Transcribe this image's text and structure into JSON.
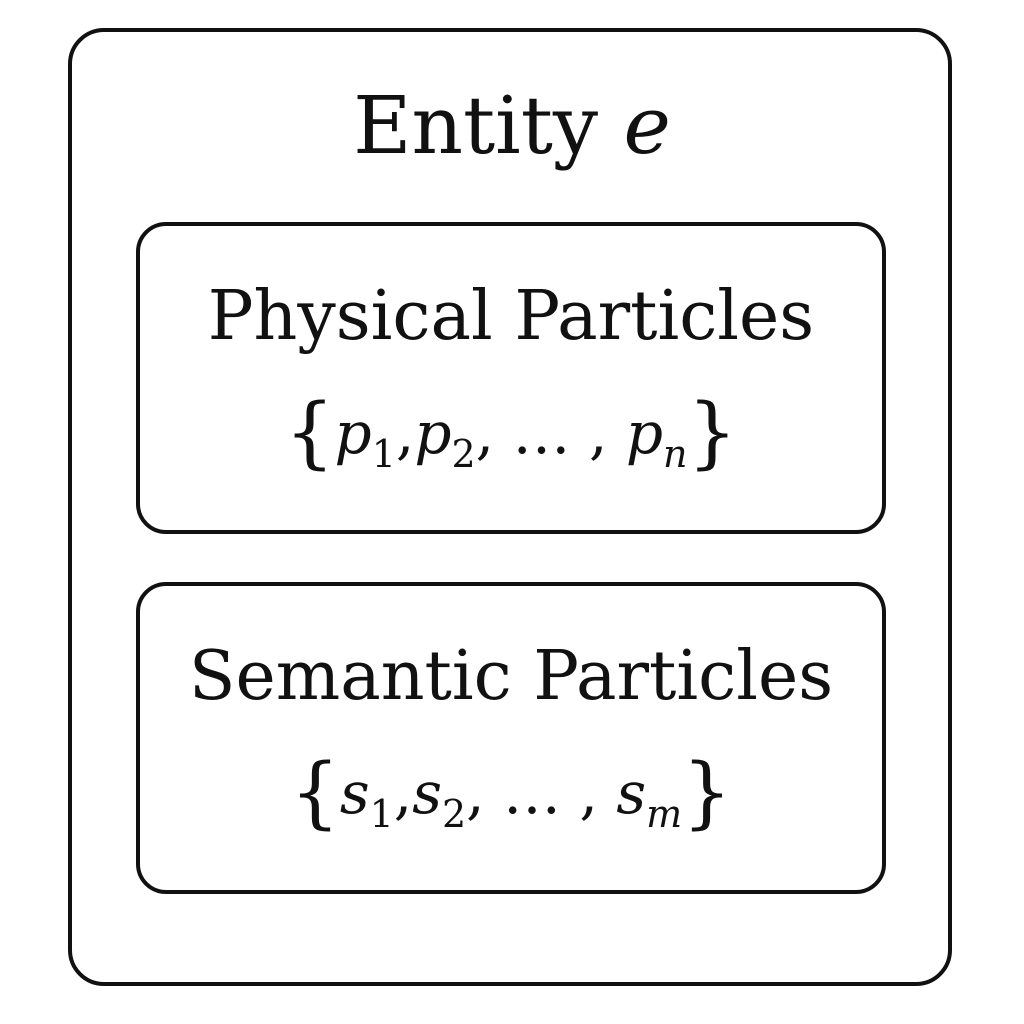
{
  "diagram": {
    "entity": {
      "title_text": "Entity",
      "title_var": "e"
    },
    "physical": {
      "title": "Physical Particles",
      "set": {
        "open": "{",
        "symbol": "p",
        "sub1": "1",
        "sub2": "2",
        "sep1": ",",
        "sep2": ", … ,",
        "subn": "n",
        "close": "}"
      }
    },
    "semantic": {
      "title": "Semantic Particles",
      "set": {
        "open": "{",
        "symbol": "s",
        "sub1": "1",
        "sub2": "2",
        "sep1": ",",
        "sep2": ", … ,",
        "subn": "m",
        "close": "}"
      }
    },
    "colors": {
      "stroke": "#111111",
      "background": "#ffffff"
    }
  }
}
